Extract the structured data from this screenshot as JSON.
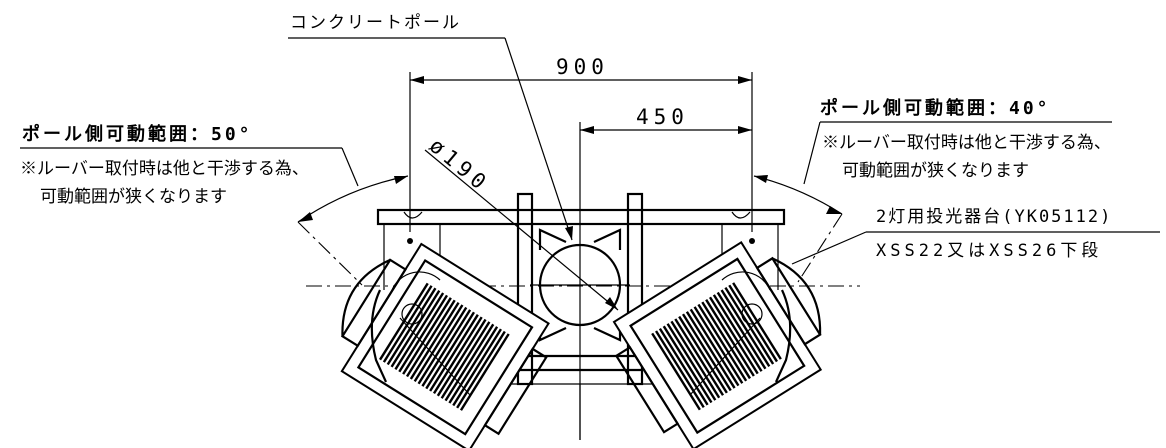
{
  "labels": {
    "pole": "コンクリートポール",
    "dim_900": "900",
    "dim_450": "450",
    "dim_dia": "ø190",
    "left_range_title": "ポール側可動範囲：50°",
    "left_note_1": "※ルーバー取付時は他と干渉する為、",
    "left_note_2": "可動範囲が狭くなります",
    "right_range_title": "ポール側可動範囲：40°",
    "right_note_1": "※ルーバー取付時は他と干渉する為、",
    "right_note_2": "可動範囲が狭くなります",
    "mount_1": "2灯用投光器台(YK05112)",
    "mount_2": "XSS22又はXSS26下段"
  },
  "colors": {
    "line": "#000000",
    "background": "#ffffff"
  }
}
